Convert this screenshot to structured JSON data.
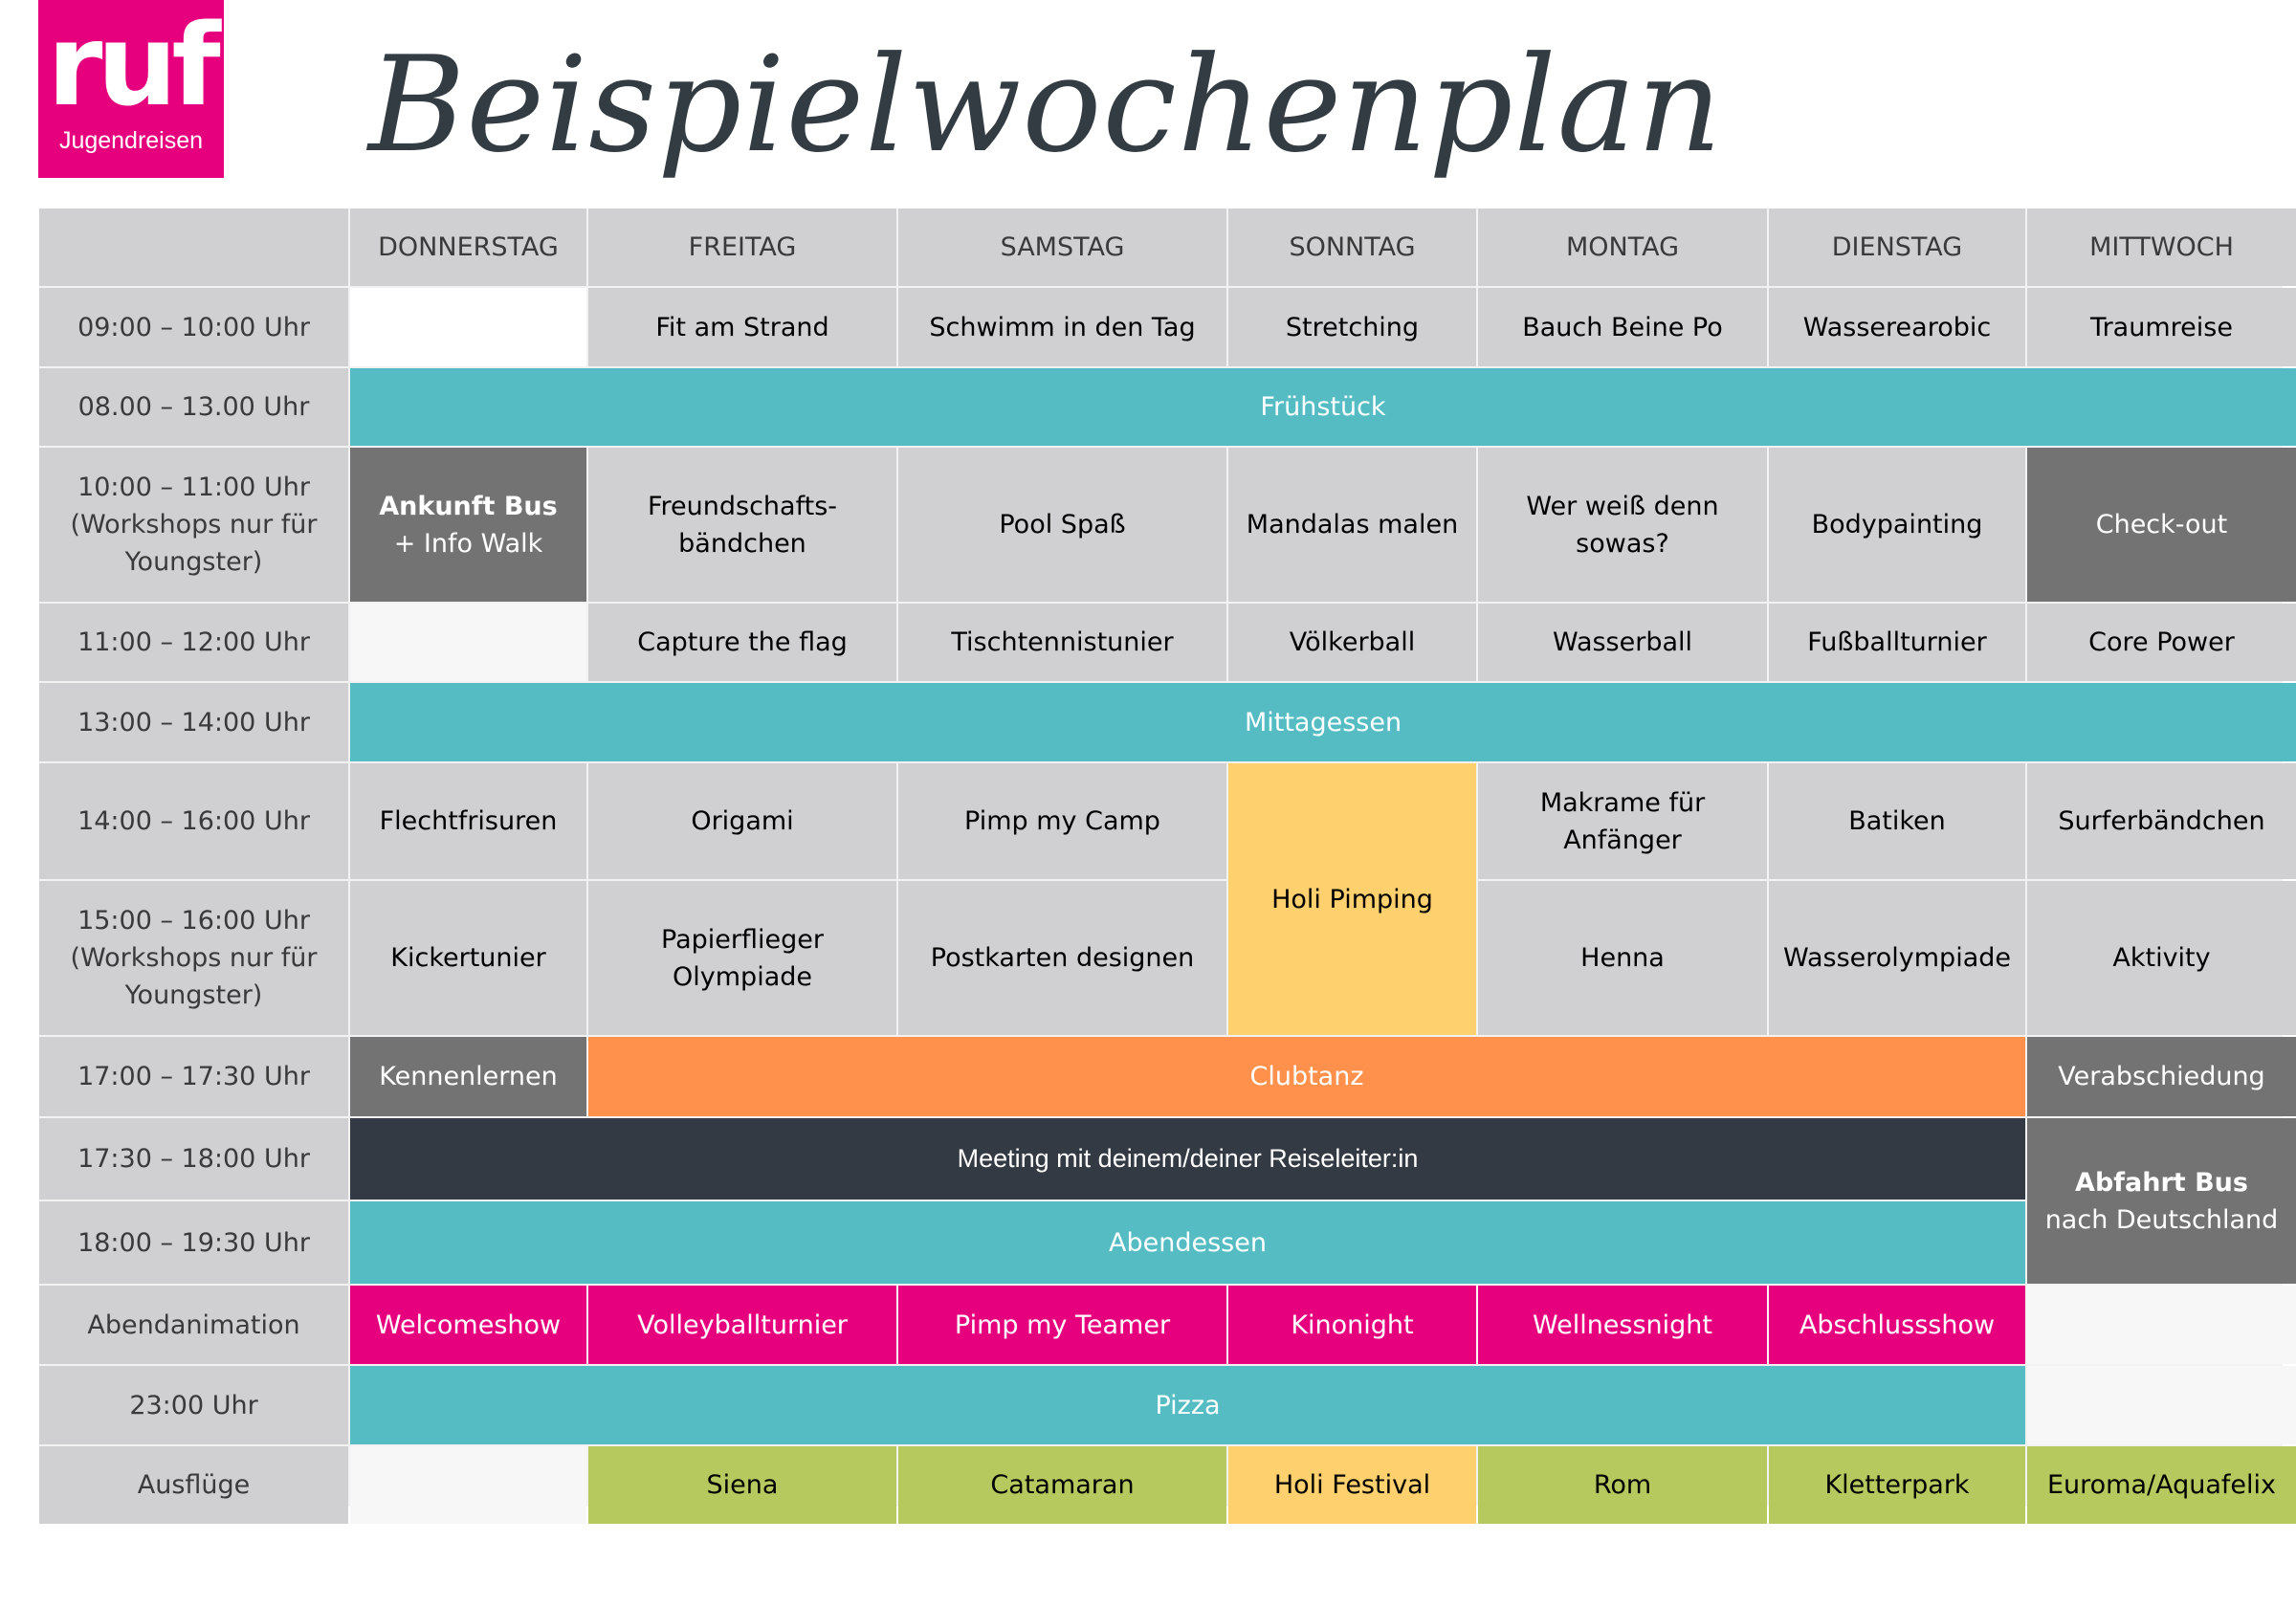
{
  "logo": {
    "mark": "ruf",
    "sub": "Jugendreisen"
  },
  "title": "Beispielwochenplan",
  "days": [
    "DONNERSTAG",
    "FREITAG",
    "SAMSTAG",
    "SONNTAG",
    "MONTAG",
    "DIENSTAG",
    "MITTWOCH"
  ],
  "times": [
    "09:00 – 10:00 Uhr",
    "08.00 –  13.00 Uhr",
    "10:00 –  11:00 Uhr\n(Workshops nur für\nYoungster)",
    "11:00 – 12:00 Uhr",
    "13:00 – 14:00 Uhr",
    "14:00 – 16:00 Uhr",
    "15:00 – 16:00 Uhr\n(Workshops nur für\nYoungster)",
    "17:00 – 17:30 Uhr",
    "17:30 – 18:00 Uhr",
    "18:00 – 19:30 Uhr",
    "Abendanimation",
    "23:00 Uhr",
    "Ausflüge"
  ],
  "morning": [
    "Fit am Strand",
    "Schwimm in den Tag",
    "Stretching",
    "Bauch Beine Po",
    "Wasserearobic",
    "Traumreise"
  ],
  "fruehstueck": "Frühstück",
  "ankunft": {
    "bold": "Ankunft Bus",
    "rest": "+ Info Walk"
  },
  "workshops1": [
    "Freundschafts-\nbändchen",
    "Pool Spaß",
    "Mandalas malen",
    "Wer weiß denn\nsowas?",
    "Bodypainting"
  ],
  "checkout": "Check-out",
  "late_morning": [
    "Capture the flag",
    "Tischtennistunier",
    "Völkerball",
    "Wasserball",
    "Fußballturnier",
    "Core Power"
  ],
  "mittagessen": "Mittagessen",
  "afternoon": [
    "Flechtfrisuren",
    "Origami",
    "Pimp my Camp",
    "Makrame für\nAnfänger",
    "Batiken",
    "Surferbändchen"
  ],
  "holi_pimping": "Holi Pimping",
  "workshops2": [
    "Kickertunier",
    "Papierflieger\nOlympiade",
    "Postkarten designen",
    "Henna",
    "Wasserolympiade",
    "Aktivity"
  ],
  "kennenlernen": "Kennenlernen",
  "clubtanz": "Clubtanz",
  "verabschiedung": "Verabschiedung",
  "meeting": "Meeting mit deinem/deiner Reiseleiter:in",
  "abfahrt": {
    "bold": "Abfahrt Bus",
    "rest": "nach Deutschland"
  },
  "abendessen": "Abendessen",
  "abendanimation": [
    "Welcomeshow",
    "Volleyballturnier",
    "Pimp my Teamer",
    "Kinonight",
    "Wellnessnight",
    "Abschlussshow"
  ],
  "pizza": "Pizza",
  "ausfluege": [
    "Siena",
    "Catamaran",
    "Holi Festival",
    "Rom",
    "Kletterpark",
    "Euroma/Aquafelix"
  ],
  "colors": {
    "brand_pink": "#e6007e",
    "teal": "#54bcc2",
    "orange": "#ff914d",
    "dark_gray": "#737373",
    "navy": "#343a43",
    "yellow": "#ffd16e",
    "green": "#b5c95e",
    "light_gray": "#d0d0d2"
  }
}
